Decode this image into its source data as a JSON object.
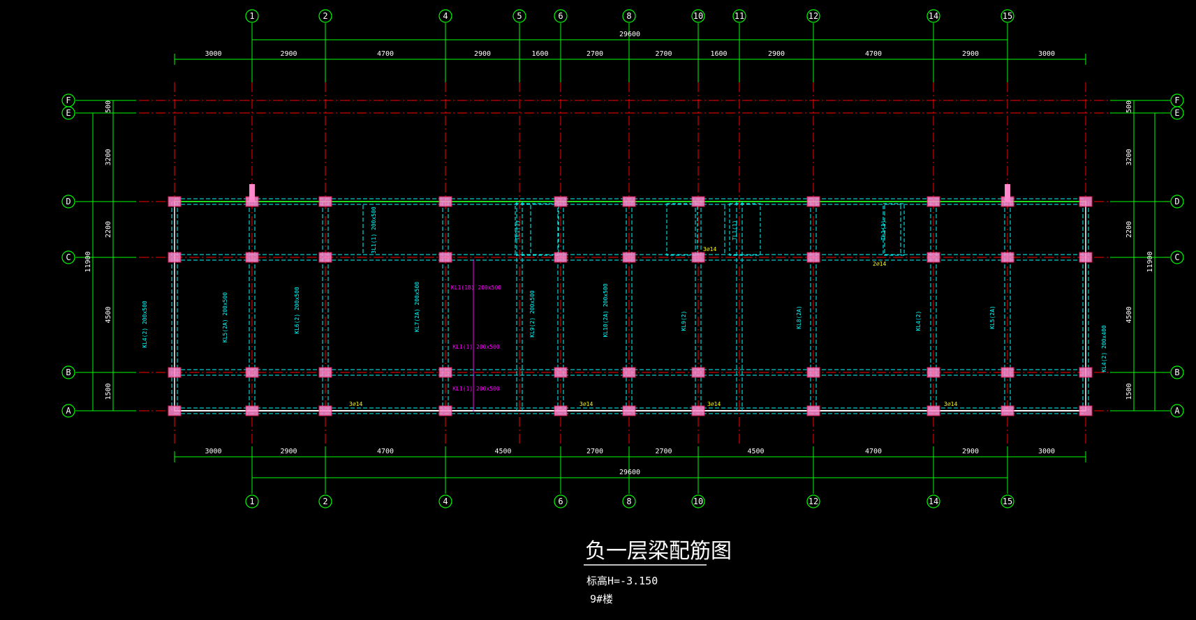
{
  "drawing": {
    "title": "负一层梁配筋图",
    "elevation": "标高H=-3.150",
    "building": "9#楼"
  },
  "grids_vertical": {
    "top": [
      "1",
      "2",
      "4",
      "5",
      "6",
      "8",
      "10",
      "11",
      "12",
      "14",
      "15"
    ],
    "bottom": [
      "1",
      "2",
      "4",
      "6",
      "8",
      "10",
      "12",
      "14",
      "15"
    ]
  },
  "grids_horizontal": [
    "F",
    "E",
    "D",
    "C",
    "B",
    "A"
  ],
  "dims_top": [
    "3000",
    "2900",
    "4700",
    "2900",
    "1600",
    "2700",
    "2700",
    "1600",
    "2900",
    "4700",
    "2900",
    "3000"
  ],
  "dims_bottom": [
    "3000",
    "2900",
    "4700",
    "4500",
    "2700",
    "2700",
    "4500",
    "4700",
    "2900",
    "3000"
  ],
  "dim_total": "29600",
  "dims_side": [
    "500",
    "3200",
    "2200",
    "4500",
    "1500"
  ],
  "dim_side_total": "11900",
  "beam_labels": [
    {
      "text": "KL4(2) 200x500",
      "color": "#00ffff"
    },
    {
      "text": "KL5(2A) 200x500",
      "color": "#00ffff"
    },
    {
      "text": "KL6(2) 200x500",
      "color": "#00ffff"
    },
    {
      "text": "KL7(2A) 200x500",
      "color": "#00ffff"
    },
    {
      "text": "KL1(1B) 200x500",
      "color": "#ff00ff"
    },
    {
      "text": "KL1(1) 200x500",
      "color": "#ff00ff"
    },
    {
      "text": "KL1(1) 200x500",
      "color": "#ff00ff"
    },
    {
      "text": "KL9(2) 200x500",
      "color": "#00ffff"
    },
    {
      "text": "KL10(2A) 200x500",
      "color": "#00ffff"
    },
    {
      "text": "KL9(2)",
      "color": "#00ffff"
    },
    {
      "text": "KL8(2A)",
      "color": "#00ffff"
    },
    {
      "text": "KL4(2)",
      "color": "#00ffff"
    },
    {
      "text": "KL5(2A)",
      "color": "#00ffff"
    },
    {
      "text": "KL4(2) 200x400",
      "color": "#00ffff"
    },
    {
      "text": "3L1(1) 200x500",
      "color": "#00ffff"
    },
    {
      "text": "TL1(1)",
      "color": "#00ffff"
    },
    {
      "text": "TL1(1)",
      "color": "#00ffff"
    },
    {
      "text": "TL1(1)",
      "color": "#00ffff"
    }
  ],
  "rebar_notes": [
    "3⌀14",
    "2⌀14",
    "3⌀14",
    "3⌀14",
    "3⌀14",
    "3⌀14"
  ],
  "colors": {
    "grid": "#00ff00",
    "axis": "#ff0000",
    "beam": "#00ffff",
    "column": "#ff88cc",
    "highlight": "#ff00ff",
    "note": "#ffff00",
    "text": "#ffffff"
  }
}
